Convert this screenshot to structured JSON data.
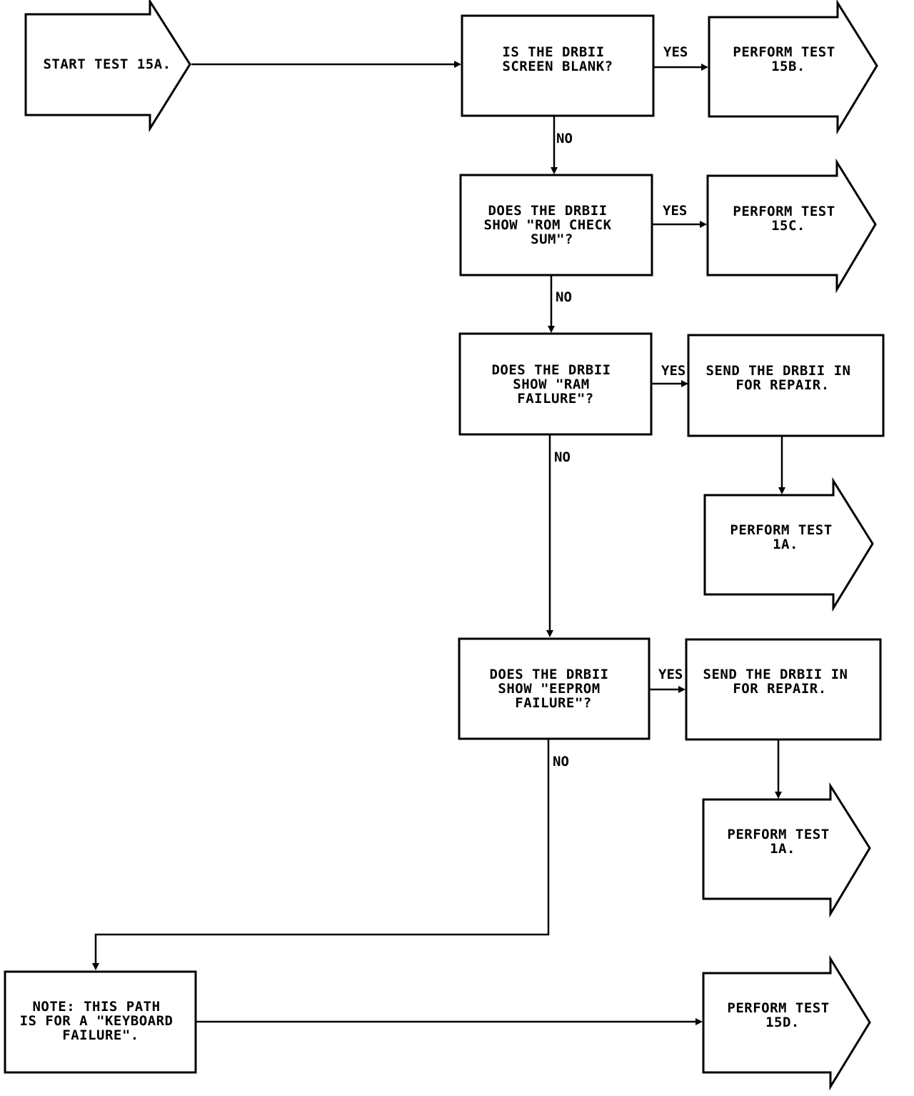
{
  "nodes": {
    "start_15a": {
      "shape": "arrow",
      "lines": [
        "START TEST 15A."
      ]
    },
    "q_screen_blank": {
      "shape": "box",
      "lines": [
        "IS THE DRBII",
        "SCREEN BLANK?"
      ]
    },
    "test_15b": {
      "shape": "arrow",
      "lines": [
        "PERFORM TEST",
        "15B."
      ]
    },
    "q_rom_check_sum": {
      "shape": "box",
      "lines": [
        "DOES THE DRBII",
        "SHOW \"ROM CHECK",
        "SUM\"?"
      ]
    },
    "test_15c": {
      "shape": "arrow",
      "lines": [
        "PERFORM TEST",
        "15C."
      ]
    },
    "q_ram_failure": {
      "shape": "box",
      "lines": [
        "DOES THE DRBII",
        "SHOW \"RAM",
        "FAILURE\"?"
      ]
    },
    "repair_1": {
      "shape": "box",
      "lines": [
        "SEND THE DRBII IN",
        "FOR REPAIR."
      ]
    },
    "test_1a_first": {
      "shape": "arrow",
      "lines": [
        "PERFORM TEST",
        "1A."
      ]
    },
    "q_eeprom_failure": {
      "shape": "box",
      "lines": [
        "DOES THE DRBII",
        "SHOW \"EEPROM",
        "FAILURE\"?"
      ]
    },
    "repair_2": {
      "shape": "box",
      "lines": [
        "SEND THE DRBII IN",
        "FOR REPAIR."
      ]
    },
    "test_1a_second": {
      "shape": "arrow",
      "lines": [
        "PERFORM TEST",
        "1A."
      ]
    },
    "note_keyboard": {
      "shape": "box",
      "lines": [
        "NOTE:  THIS PATH",
        "IS FOR A \"KEYBOARD",
        "FAILURE\"."
      ]
    },
    "test_15d": {
      "shape": "arrow",
      "lines": [
        "PERFORM TEST",
        "15D."
      ]
    }
  },
  "edges": [
    {
      "id": "e_start_q1",
      "from": "start_15a",
      "to": "q_screen_blank",
      "label": ""
    },
    {
      "id": "e_q1_yes",
      "from": "q_screen_blank",
      "to": "test_15b",
      "label": "YES"
    },
    {
      "id": "e_q1_no",
      "from": "q_screen_blank",
      "to": "q_rom_check_sum",
      "label": "NO"
    },
    {
      "id": "e_q2_yes",
      "from": "q_rom_check_sum",
      "to": "test_15c",
      "label": "YES"
    },
    {
      "id": "e_q2_no",
      "from": "q_rom_check_sum",
      "to": "q_ram_failure",
      "label": "NO"
    },
    {
      "id": "e_q3_yes",
      "from": "q_ram_failure",
      "to": "repair_1",
      "label": "YES"
    },
    {
      "id": "e_repair1_test",
      "from": "repair_1",
      "to": "test_1a_first",
      "label": ""
    },
    {
      "id": "e_q3_no",
      "from": "q_ram_failure",
      "to": "q_eeprom_failure",
      "label": "NO"
    },
    {
      "id": "e_q4_yes",
      "from": "q_eeprom_failure",
      "to": "repair_2",
      "label": "YES"
    },
    {
      "id": "e_repair2_test",
      "from": "repair_2",
      "to": "test_1a_second",
      "label": ""
    },
    {
      "id": "e_q4_no",
      "from": "q_eeprom_failure",
      "to": "note_keyboard",
      "label": "NO"
    },
    {
      "id": "e_note_test",
      "from": "note_keyboard",
      "to": "test_15d",
      "label": ""
    }
  ]
}
